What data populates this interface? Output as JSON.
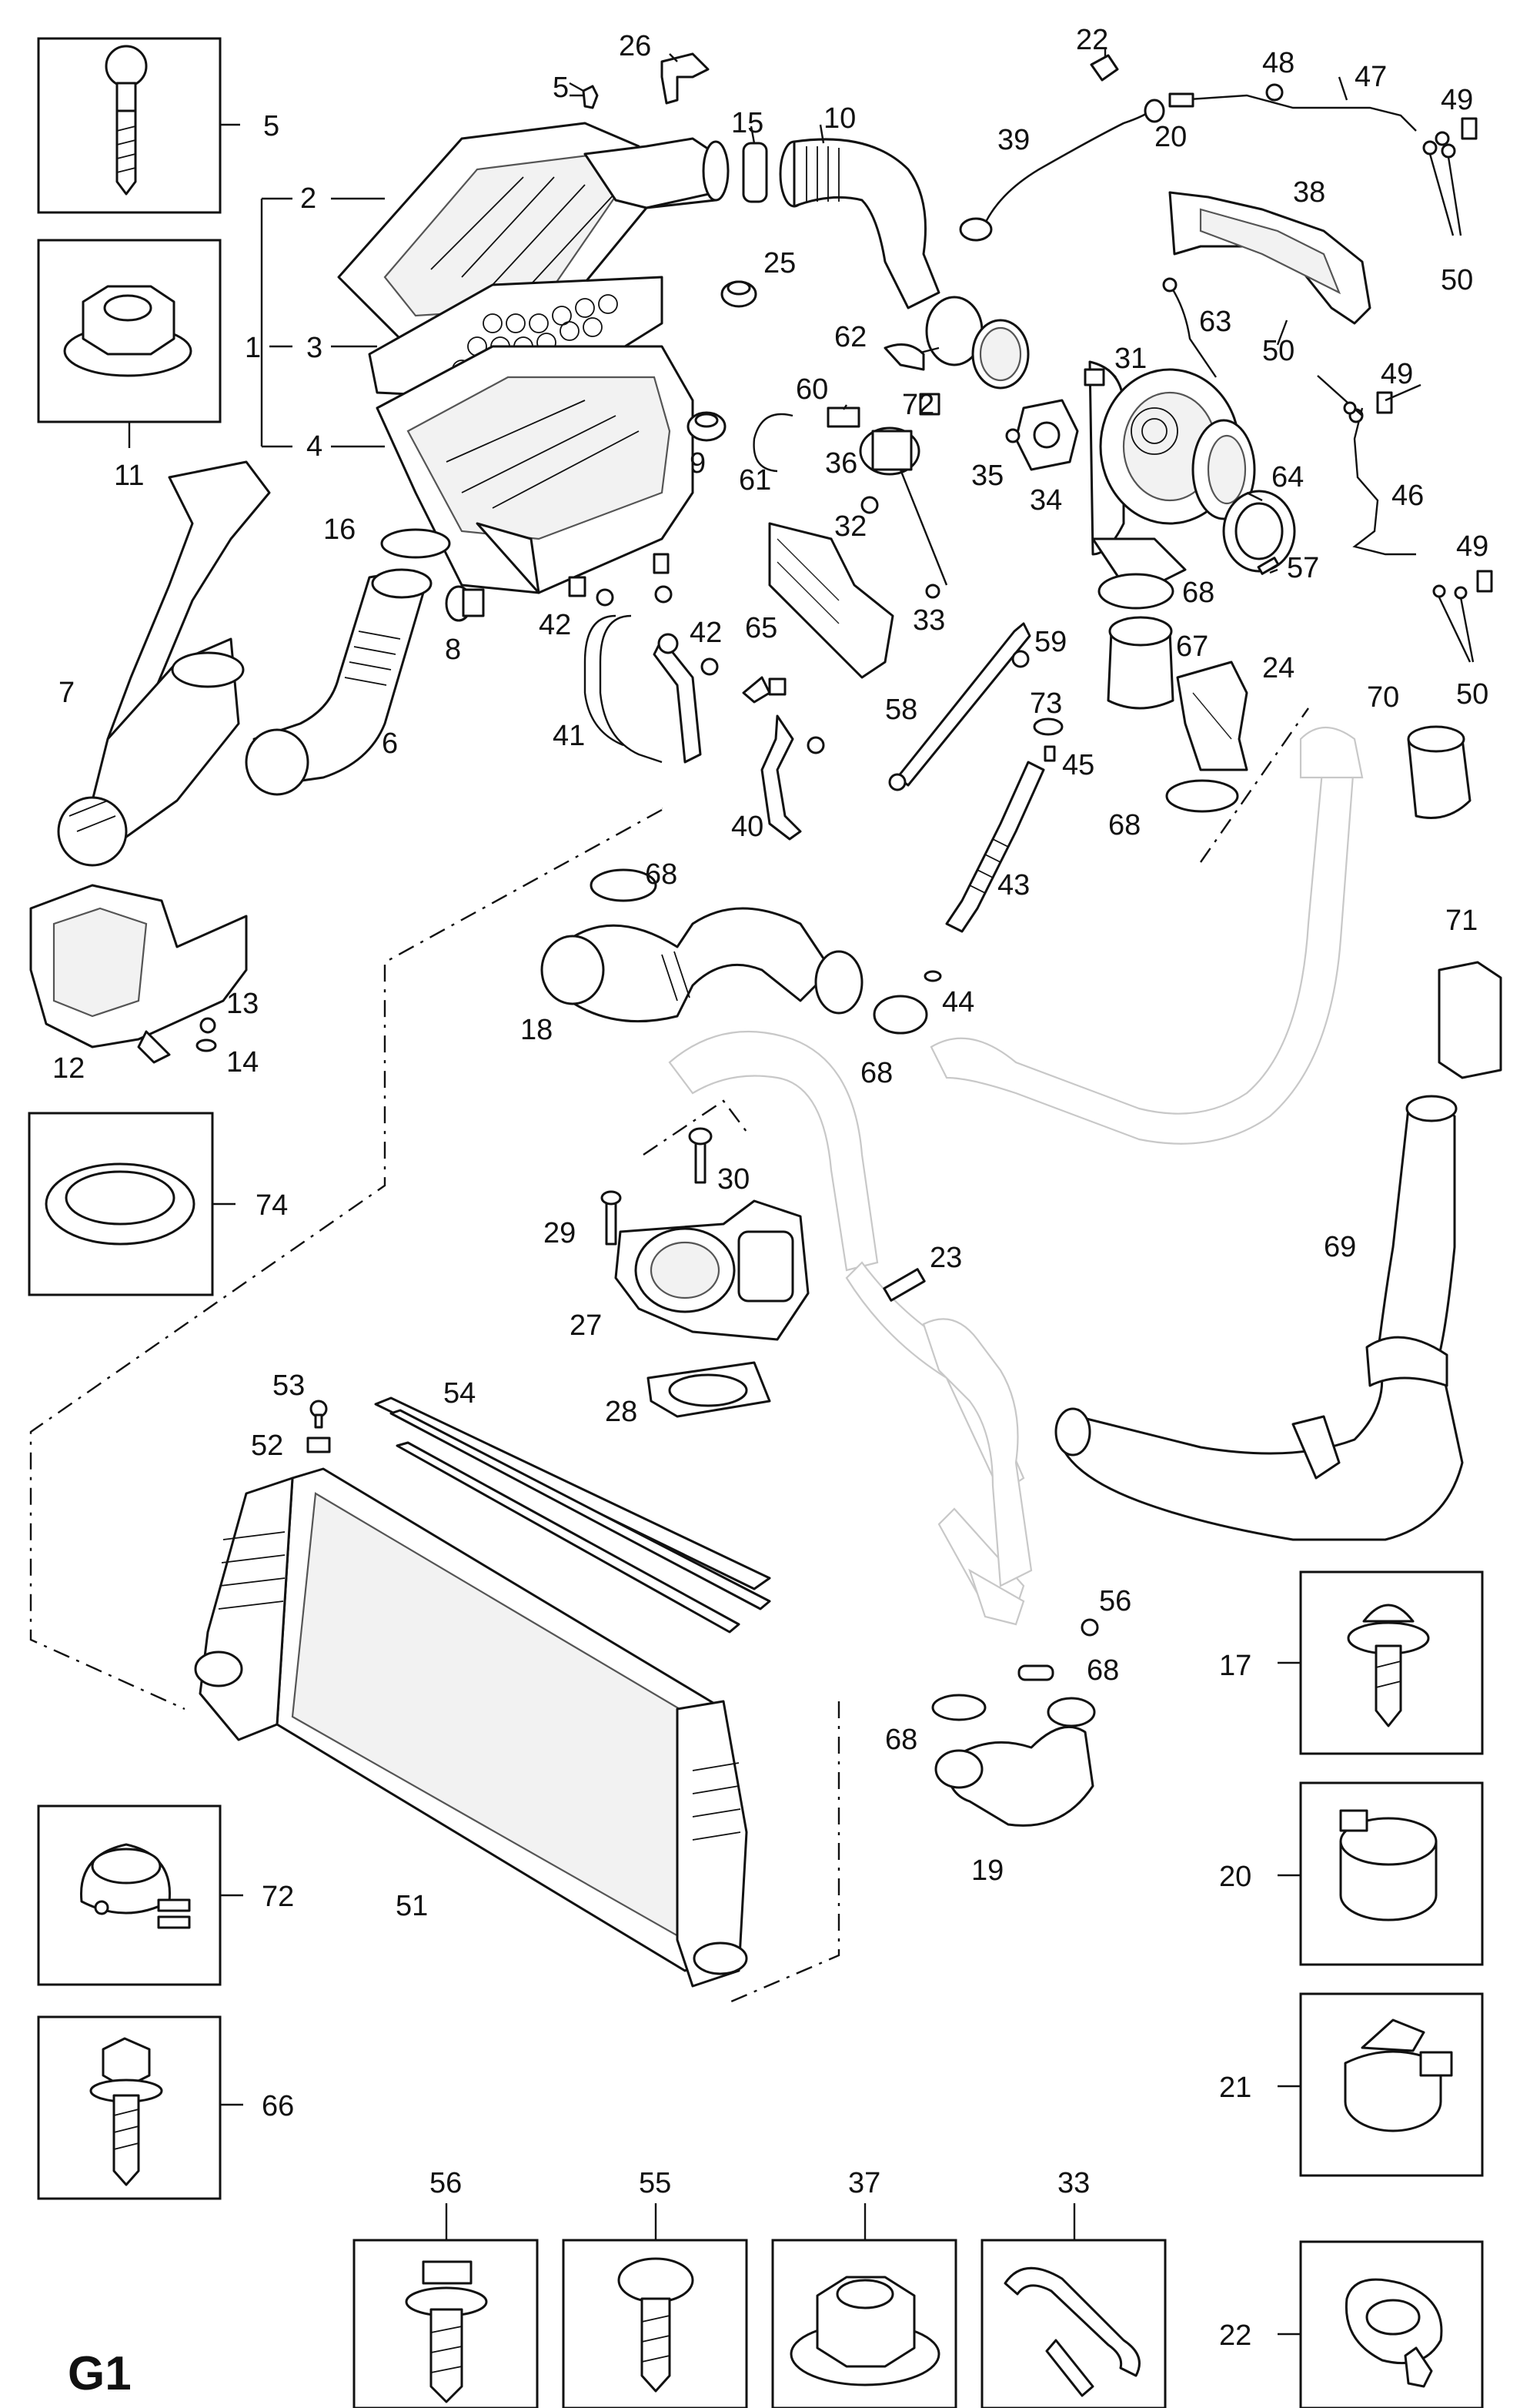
{
  "diagram": {
    "page_code": "G1",
    "callouts": {
      "c1": "1",
      "c2": "2",
      "c3": "3",
      "c4": "4",
      "c5a": "5",
      "c5b": "5",
      "c6": "6",
      "c7": "7",
      "c8": "8",
      "c9": "9",
      "c10": "10",
      "c11": "11",
      "c12": "12",
      "c13": "13",
      "c14": "14",
      "c15": "15",
      "c16": "16",
      "c17": "17",
      "c18": "18",
      "c19": "19",
      "c20a": "20",
      "c20b": "20",
      "c21": "21",
      "c22a": "22",
      "c22b": "22",
      "c23": "23",
      "c24": "24",
      "c25": "25",
      "c26": "26",
      "c27": "27",
      "c28": "28",
      "c29": "29",
      "c30": "30",
      "c31": "31",
      "c32": "32",
      "c33a": "33",
      "c33b": "33",
      "c34": "34",
      "c35": "35",
      "c36": "36",
      "c37": "37",
      "c38": "38",
      "c39": "39",
      "c40": "40",
      "c41": "41",
      "c42a": "42",
      "c42b": "42",
      "c43": "43",
      "c44": "44",
      "c45": "45",
      "c46": "46",
      "c47": "47",
      "c48": "48",
      "c49a": "49",
      "c49b": "49",
      "c49c": "49",
      "c50a": "50",
      "c50b": "50",
      "c50c": "50",
      "c51": "51",
      "c52": "52",
      "c53": "53",
      "c54": "54",
      "c55": "55",
      "c56a": "56",
      "c56b": "56",
      "c57": "57",
      "c58": "58",
      "c59": "59",
      "c60": "60",
      "c61": "61",
      "c62": "62",
      "c63": "63",
      "c64": "64",
      "c65": "65",
      "c66": "66",
      "c67": "67",
      "c68a": "68",
      "c68b": "68",
      "c68c": "68",
      "c68d": "68",
      "c68e": "68",
      "c68f": "68",
      "c69": "69",
      "c70": "70",
      "c71": "71",
      "c72a": "72",
      "c72b": "72",
      "c73": "73",
      "c74": "74"
    }
  }
}
